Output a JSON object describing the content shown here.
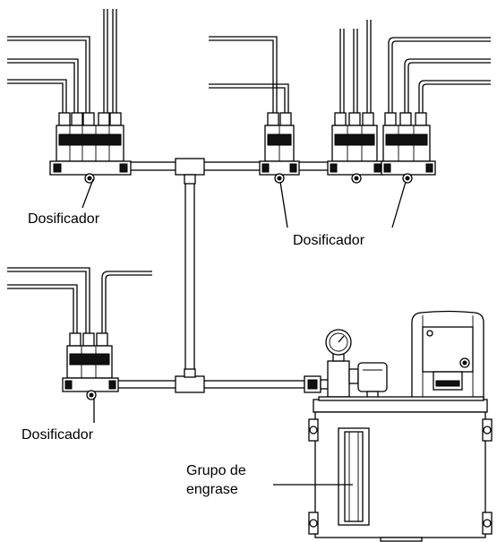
{
  "labels": {
    "dosificador_top_left": "Dosificador",
    "dosificador_top_right": "Dosificador",
    "dosificador_bottom_left": "Dosificador",
    "grupo_line1": "Grupo de",
    "grupo_line2": "engrase"
  }
}
